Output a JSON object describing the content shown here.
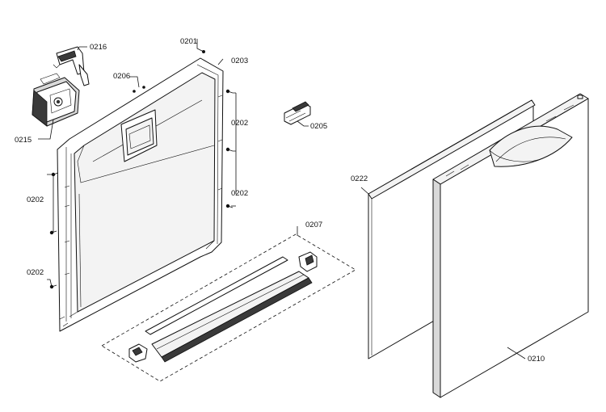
{
  "callouts": {
    "c0216": "0216",
    "c0201": "0201",
    "c0203": "0203",
    "c0206": "0206",
    "c0215": "0215",
    "c0205": "0205",
    "c0202a": "0202",
    "c0202b": "0202",
    "c0202c": "0202",
    "c0202d": "0202",
    "c0207": "0207",
    "c0222": "0222",
    "c0210": "0210"
  }
}
